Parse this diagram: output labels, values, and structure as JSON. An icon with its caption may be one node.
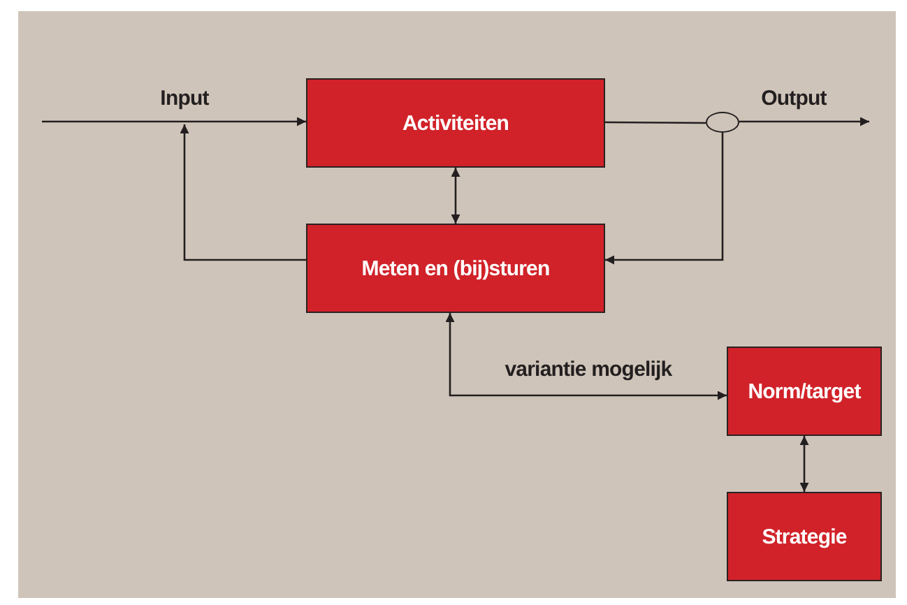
{
  "diagram": {
    "nodes": [
      {
        "text": [
          "Activiteiten"
        ]
      },
      {
        "text": [
          "Meten en (bij)sturen"
        ]
      },
      {
        "text": [
          "Norm/target"
        ]
      },
      {
        "text": [
          "Strategie"
        ]
      },
      {
        "text": [],
        "shape": "circle"
      }
    ],
    "edges": [
      {
        "from": null,
        "to": 0,
        "arrow": "to",
        "label": "Input"
      },
      {
        "from": 0,
        "to": 4,
        "arrow": "none"
      },
      {
        "from": 4,
        "to": null,
        "arrow": "to",
        "label": "Output"
      },
      {
        "from": 4,
        "to": 1,
        "arrow": "to"
      },
      {
        "from": 1,
        "to": null,
        "arrow": "to"
      },
      {
        "from": 0,
        "to": 1,
        "arrow": "both"
      },
      {
        "from": 1,
        "to": 2,
        "arrow": "both",
        "label": "variantie mogelijk"
      },
      {
        "from": 2,
        "to": 3,
        "arrow": "both"
      }
    ]
  }
}
